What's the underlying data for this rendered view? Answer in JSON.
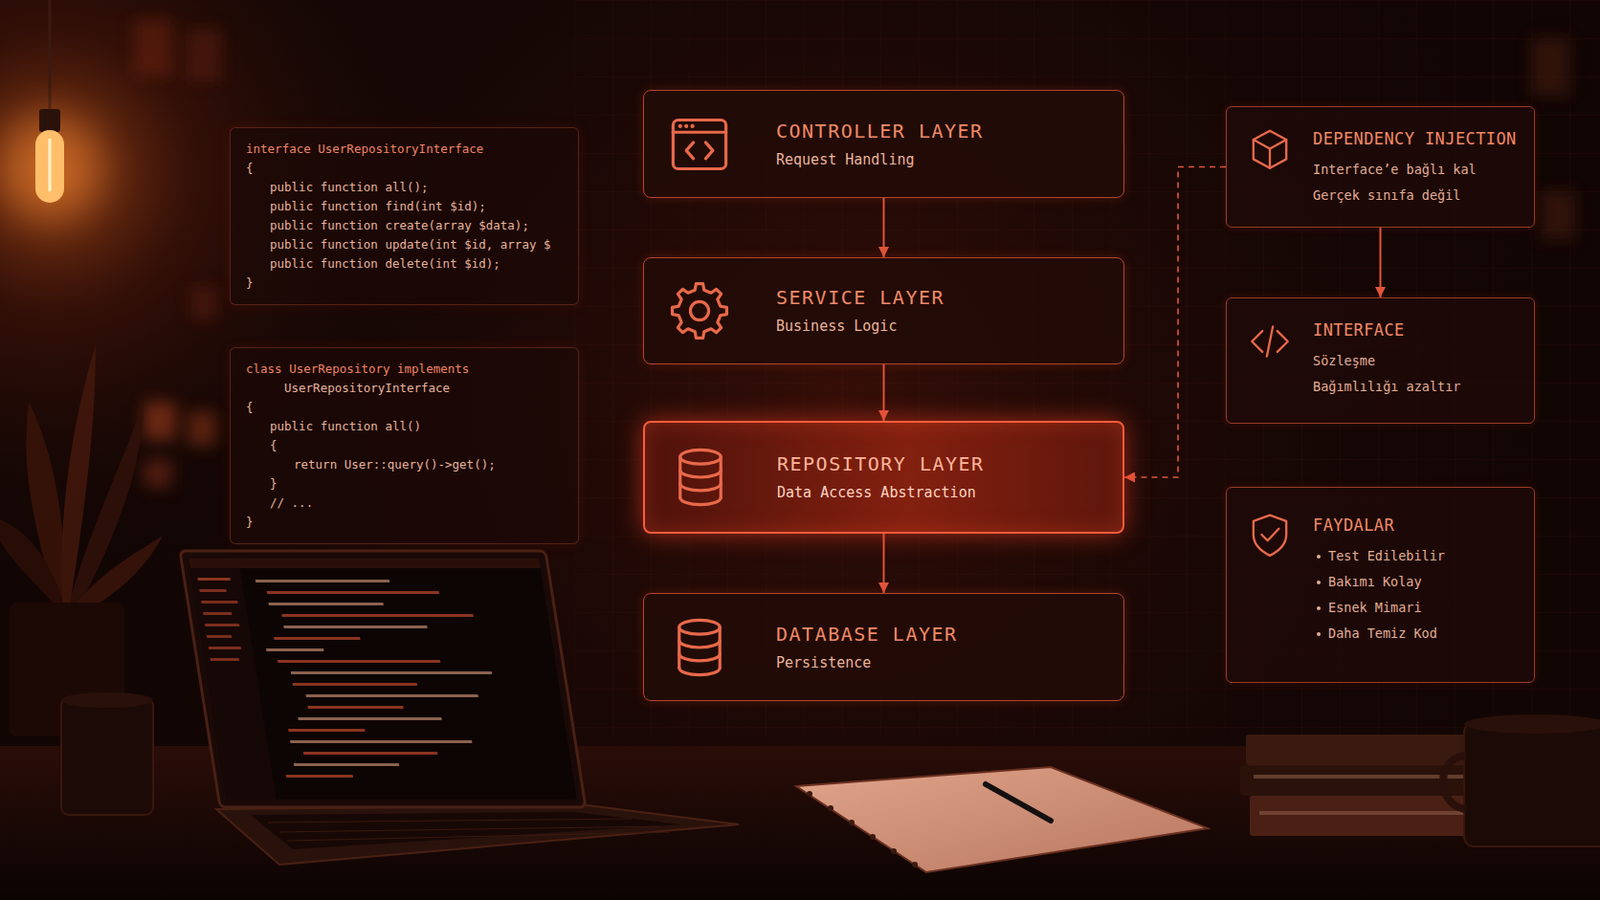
{
  "diagram": {
    "nodes": [
      {
        "text": [
          "interface UserRepositoryInterface",
          "{",
          "public function all();",
          "public function find(int $id);",
          "public function create(array $data);",
          "public function update(int $id, array $",
          "public function delete(int $id);",
          "}"
        ]
      },
      {
        "text": [
          "class UserRepository implements",
          "UserRepositoryInterface",
          "{",
          "public function all()",
          "{",
          "return User::query()->get();",
          "}",
          "// ...",
          "}"
        ]
      },
      {
        "text": [
          "CONTROLLER LAYER",
          "Request Handling"
        ]
      },
      {
        "text": [
          "SERVICE LAYER",
          "Business Logic"
        ]
      },
      {
        "text": [
          "REPOSITORY LAYER",
          "Data Access Abstraction"
        ]
      },
      {
        "text": [
          "DATABASE LAYER",
          "Persistence"
        ]
      },
      {
        "text": [
          "DEPENDENCY INJECTION",
          "Interface’e bağlı kal",
          "Gerçek sınıfa değil"
        ]
      },
      {
        "text": [
          "INTERFACE",
          "Sözleşme",
          "Bağımlılığı azaltır"
        ]
      },
      {
        "text": [
          "FAYDALAR",
          "Test Edilebilir",
          "Bakımı Kolay",
          "Esnek Mimari",
          "Daha Temiz Kod"
        ]
      }
    ],
    "edges": [
      {
        "from": 2,
        "to": 3,
        "arrow": "to"
      },
      {
        "from": 3,
        "to": 4,
        "arrow": "to"
      },
      {
        "from": 4,
        "to": 5,
        "arrow": "to"
      },
      {
        "from": 6,
        "to": 7,
        "arrow": "to"
      },
      {
        "from": 6,
        "to": 4,
        "arrow": "to"
      }
    ]
  }
}
